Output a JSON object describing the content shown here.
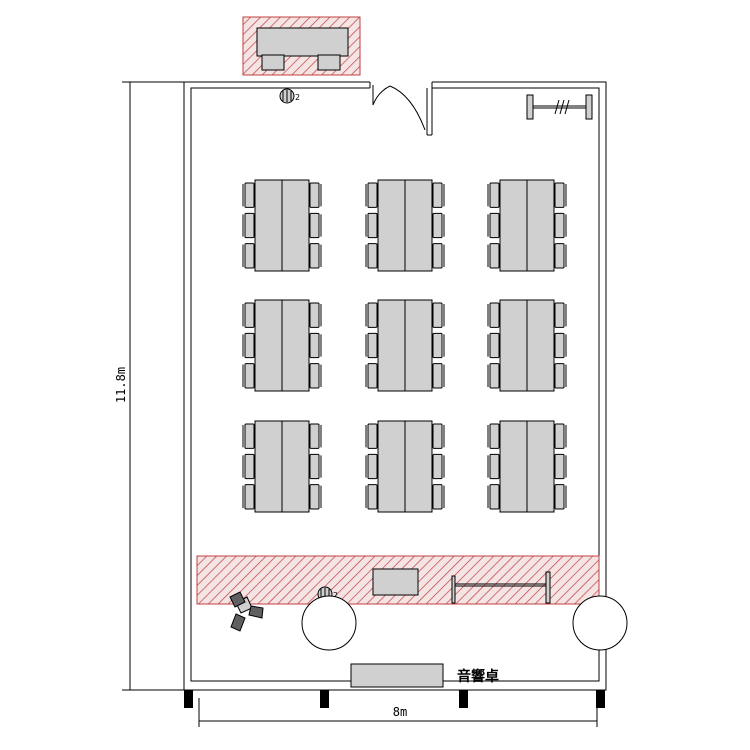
{
  "room": {
    "height_dimension": "11.8m",
    "width_dimension": "8m"
  },
  "labels": {
    "sound_desk": "音響卓"
  },
  "microphones": [
    {
      "label": "2"
    },
    {
      "label": "2"
    }
  ],
  "layout": {
    "table_group_columns": 3,
    "table_group_rows": 3,
    "chairs_per_side": 3
  },
  "colors": {
    "furniture_fill": "#d0d0d0",
    "hatch": "#c04040",
    "line": "#000000"
  }
}
